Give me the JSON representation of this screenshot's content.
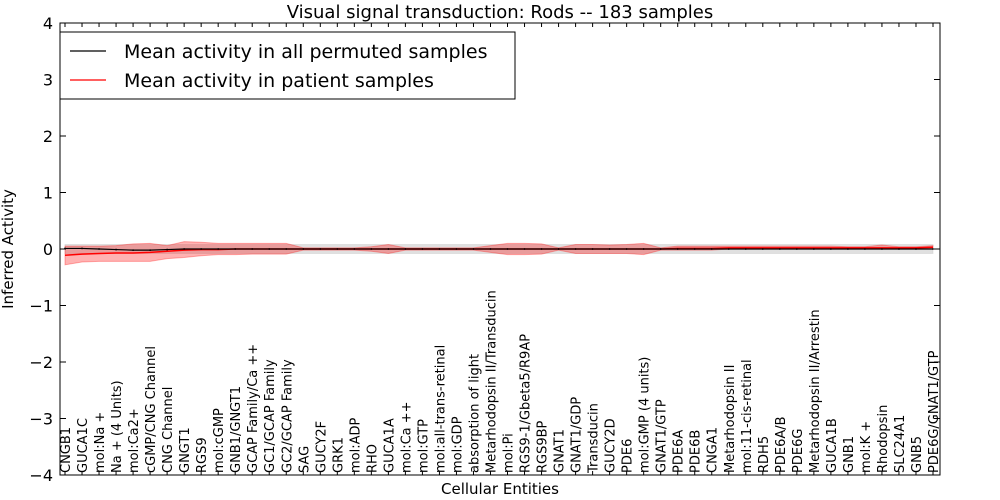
{
  "chart_data": {
    "type": "line",
    "title": "Visual signal transduction: Rods -- 183 samples",
    "xlabel": "Cellular Entities",
    "ylabel": "Inferred Activity",
    "ylim": [
      -4,
      4
    ],
    "yticks": [
      "4",
      "3",
      "2",
      "1",
      "0",
      "−1",
      "−2",
      "−3",
      "−4"
    ],
    "ytick_values": [
      4,
      3,
      2,
      1,
      0,
      -1,
      -2,
      -3,
      -4
    ],
    "grid": false,
    "legend_position": "top-left",
    "categories": [
      "CNGB1",
      "GUCA1C",
      "mol:Na +",
      "Na + (4 Units)",
      "mol:Ca2+",
      "cGMP/CNG Channel",
      "CNG Channel",
      "GNGT1",
      "RGS9",
      "mol:cGMP",
      "GNB1/GNGT1",
      "GCAP Family/Ca ++",
      "GC1/GCAP Family",
      "GC2/GCAP Family",
      "SAG",
      "GUCY2F",
      "GRK1",
      "mol:ADP",
      "RHO",
      "GUCA1A",
      "mol:Ca ++",
      "mol:GTP",
      "mol:all-trans-retinal",
      "mol:GDP",
      "absorption of light",
      "Metarhodopsin II/Transducin",
      "mol:Pi",
      "RGS9-1/Gbeta5/R9AP",
      "RGS9BP",
      "GNAT1",
      "GNAT1/GDP",
      "Transducin",
      "GUCY2D",
      "PDE6",
      "mol:GMP (4 units)",
      "GNAT1/GTP",
      "PDE6A",
      "PDE6B",
      "CNGA1",
      "Metarhodopsin II",
      "mol:11-cis-retinal",
      "RDH5",
      "PDE6A/B",
      "PDE6G",
      "Metarhodopsin II/Arrestin",
      "GUCA1B",
      "GNB1",
      "mol:K +",
      "Rhodopsin",
      "SLC24A1",
      "GNB5",
      "PDE6G/GNAT1/GTP"
    ],
    "series": [
      {
        "name": "Mean activity in all permuted samples",
        "color": "#000000",
        "band_color": "#bbbbbb",
        "values": [
          0.01,
          0.01,
          0.0,
          -0.01,
          -0.02,
          -0.02,
          -0.01,
          0.0,
          0.0,
          0.0,
          0.0,
          0.0,
          0.0,
          0.0,
          0.0,
          0.0,
          0.0,
          0.0,
          0.0,
          0.0,
          0.0,
          0.0,
          0.0,
          0.0,
          0.0,
          0.0,
          0.0,
          0.0,
          0.0,
          0.0,
          0.0,
          0.0,
          0.0,
          0.0,
          0.0,
          0.0,
          0.0,
          0.0,
          0.0,
          0.0,
          0.0,
          0.0,
          0.0,
          0.0,
          0.0,
          0.0,
          0.0,
          0.0,
          0.0,
          0.0,
          0.0,
          0.0
        ],
        "lower": [
          -0.08,
          -0.08,
          -0.08,
          -0.08,
          -0.08,
          -0.08,
          -0.08,
          -0.08,
          -0.08,
          -0.08,
          -0.08,
          -0.08,
          -0.08,
          -0.08,
          -0.08,
          -0.08,
          -0.08,
          -0.08,
          -0.08,
          -0.08,
          -0.08,
          -0.08,
          -0.08,
          -0.08,
          -0.08,
          -0.08,
          -0.08,
          -0.08,
          -0.08,
          -0.08,
          -0.08,
          -0.08,
          -0.08,
          -0.08,
          -0.08,
          -0.08,
          -0.08,
          -0.08,
          -0.08,
          -0.08,
          -0.08,
          -0.08,
          -0.08,
          -0.08,
          -0.08,
          -0.08,
          -0.08,
          -0.08,
          -0.08,
          -0.08,
          -0.08,
          -0.08
        ],
        "upper": [
          0.08,
          0.08,
          0.08,
          0.08,
          0.08,
          0.08,
          0.08,
          0.08,
          0.08,
          0.08,
          0.08,
          0.08,
          0.08,
          0.08,
          0.08,
          0.08,
          0.08,
          0.08,
          0.08,
          0.08,
          0.08,
          0.08,
          0.08,
          0.08,
          0.08,
          0.08,
          0.08,
          0.08,
          0.08,
          0.08,
          0.08,
          0.08,
          0.08,
          0.08,
          0.08,
          0.08,
          0.08,
          0.08,
          0.08,
          0.08,
          0.08,
          0.08,
          0.08,
          0.08,
          0.08,
          0.08,
          0.08,
          0.08,
          0.08,
          0.08,
          0.08,
          0.08
        ]
      },
      {
        "name": "Mean activity in patient samples",
        "color": "#ff0000",
        "band_color": "#ff0000",
        "values": [
          -0.11,
          -0.09,
          -0.08,
          -0.07,
          -0.07,
          -0.06,
          -0.04,
          -0.02,
          -0.01,
          -0.01,
          0.0,
          0.0,
          0.0,
          0.0,
          0.0,
          0.0,
          0.0,
          0.0,
          0.0,
          0.0,
          0.0,
          0.0,
          0.0,
          0.0,
          0.0,
          0.0,
          0.0,
          0.0,
          0.0,
          0.0,
          0.0,
          0.0,
          0.0,
          0.0,
          0.0,
          0.0,
          0.01,
          0.01,
          0.01,
          0.02,
          0.02,
          0.02,
          0.02,
          0.02,
          0.02,
          0.02,
          0.02,
          0.02,
          0.02,
          0.02,
          0.02,
          0.03
        ],
        "lower": [
          -0.28,
          -0.23,
          -0.22,
          -0.22,
          -0.22,
          -0.22,
          -0.17,
          -0.15,
          -0.12,
          -0.1,
          -0.1,
          -0.09,
          -0.09,
          -0.09,
          -0.02,
          -0.02,
          -0.02,
          -0.02,
          -0.04,
          -0.08,
          -0.02,
          -0.02,
          -0.02,
          -0.02,
          -0.02,
          -0.06,
          -0.1,
          -0.1,
          -0.09,
          -0.02,
          -0.08,
          -0.08,
          -0.08,
          -0.08,
          -0.1,
          -0.02,
          -0.02,
          -0.02,
          -0.02,
          0.0,
          0.0,
          0.0,
          0.0,
          0.0,
          0.0,
          0.0,
          0.0,
          0.0,
          0.0,
          0.0,
          0.0,
          0.0
        ],
        "upper": [
          0.05,
          0.05,
          0.05,
          0.06,
          0.09,
          0.1,
          0.06,
          0.13,
          0.12,
          0.1,
          0.1,
          0.1,
          0.1,
          0.1,
          0.02,
          0.02,
          0.02,
          0.02,
          0.04,
          0.08,
          0.02,
          0.02,
          0.02,
          0.02,
          0.02,
          0.06,
          0.1,
          0.1,
          0.09,
          0.02,
          0.08,
          0.08,
          0.07,
          0.08,
          0.1,
          0.02,
          0.05,
          0.05,
          0.05,
          0.05,
          0.05,
          0.05,
          0.05,
          0.05,
          0.05,
          0.05,
          0.04,
          0.04,
          0.07,
          0.04,
          0.04,
          0.06
        ]
      }
    ]
  }
}
